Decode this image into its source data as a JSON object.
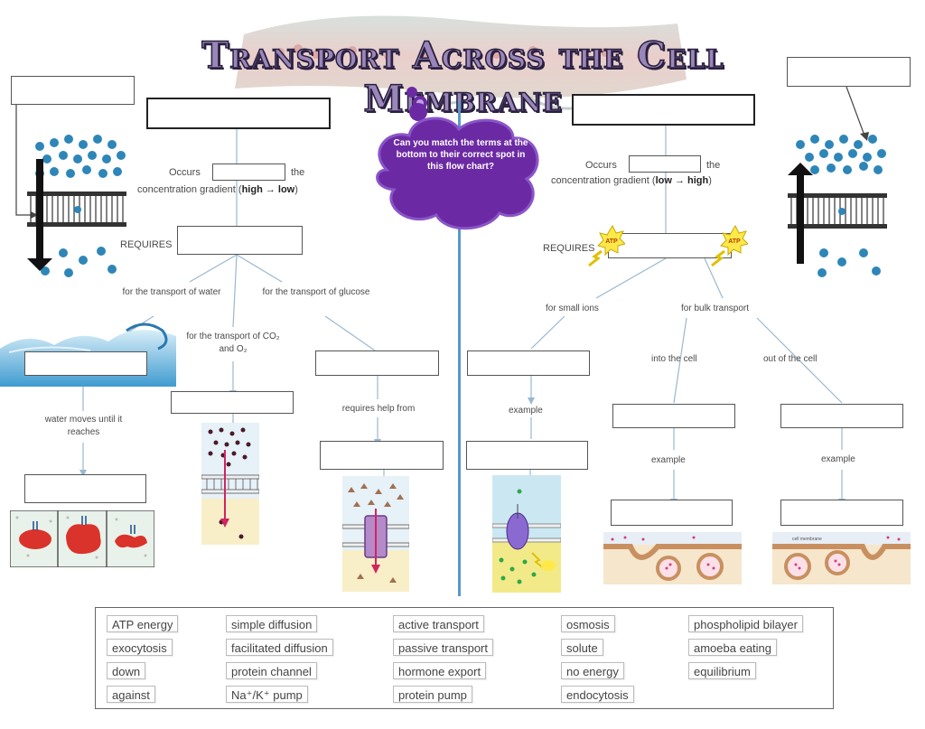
{
  "title": "Transport Across the Cell Membrane",
  "prompt_bubble": "Can you match the terms at the bottom to their correct spot in this flow chart?",
  "left": {
    "occurs_prefix": "Occurs",
    "occurs_suffix": "the",
    "gradient_text": "concentration gradient (",
    "gradient_direction": "high → low",
    "gradient_close": ")",
    "requires": "REQUIRES",
    "branch_water": "for the transport of water",
    "branch_gases": "for the transport of CO₂ and O₂",
    "branch_glucose": "for the transport of glucose",
    "water_until": "water moves until it reaches",
    "requires_help": "requires help from"
  },
  "right": {
    "occurs_prefix": "Occurs",
    "occurs_suffix": "the",
    "gradient_text": "concentration gradient (",
    "gradient_direction": "low → high",
    "gradient_close": ")",
    "requires": "REQUIRES",
    "atp_icon_text": "ATP",
    "small_ions": "for small ions",
    "bulk": "for bulk transport",
    "into_cell": "into the cell",
    "out_cell": "out of the cell",
    "example_1": "example",
    "example_2": "example",
    "example_3": "example",
    "figure_caption": "cell membrane"
  },
  "word_bank": [
    [
      "ATP energy",
      "simple diffusion",
      "active transport",
      "osmosis",
      "phospholipid bilayer"
    ],
    [
      "exocytosis",
      "facilitated diffusion",
      "passive transport",
      "solute",
      "amoeba eating"
    ],
    [
      "down",
      "protein channel",
      "hormone export",
      "no energy",
      "equilibrium"
    ],
    [
      "against",
      "Na⁺/K⁺ pump",
      "protein pump",
      "endocytosis",
      ""
    ]
  ],
  "colors": {
    "bubble": "#6b2aa3",
    "divider": "#5a97c8",
    "molecule": "#2e86b8",
    "arrow": "#111111",
    "title_fill": "#9a86b8"
  }
}
